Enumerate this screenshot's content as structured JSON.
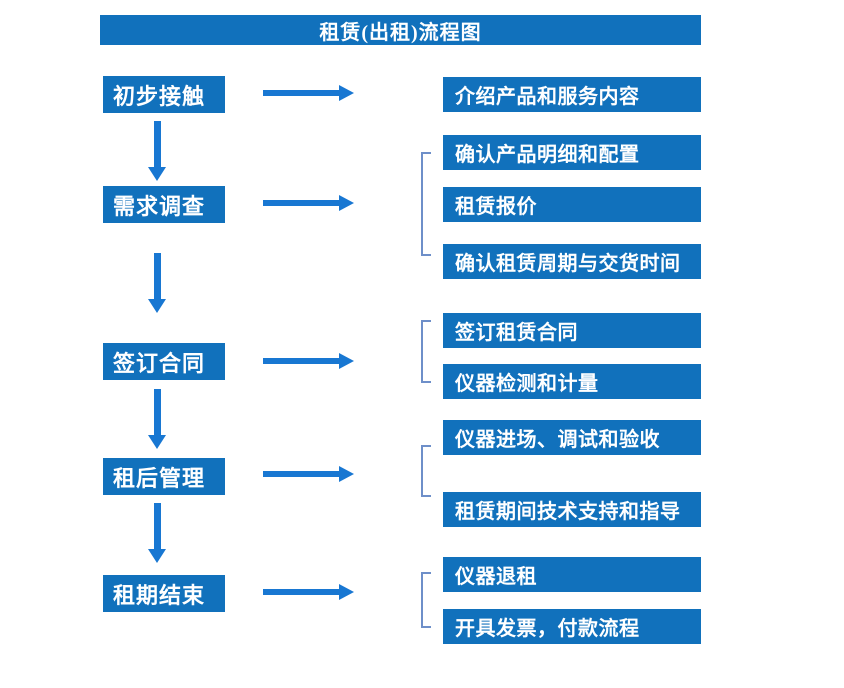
{
  "title": "租赁(出租)流程图",
  "colors": {
    "background": "#FFFFFF",
    "box_fill": "#1171BC",
    "arrow": "#1877D2",
    "bracket": "#6E8FC9",
    "text": "#FFFFFF"
  },
  "steps": [
    {
      "label": "初步接触",
      "outputs": [
        "介绍产品和服务内容"
      ]
    },
    {
      "label": "需求调查",
      "outputs": [
        "确认产品明细和配置",
        "租赁报价",
        "确认租赁周期与交货时间"
      ]
    },
    {
      "label": "签订合同",
      "outputs": [
        "签订租赁合同",
        "仪器检测和计量"
      ]
    },
    {
      "label": "租后管理",
      "outputs": [
        "仪器进场、调试和验收",
        "租赁期间技术支持和指导"
      ]
    },
    {
      "label": "租期结束",
      "outputs": [
        "仪器退租",
        "开具发票，付款流程"
      ]
    }
  ]
}
